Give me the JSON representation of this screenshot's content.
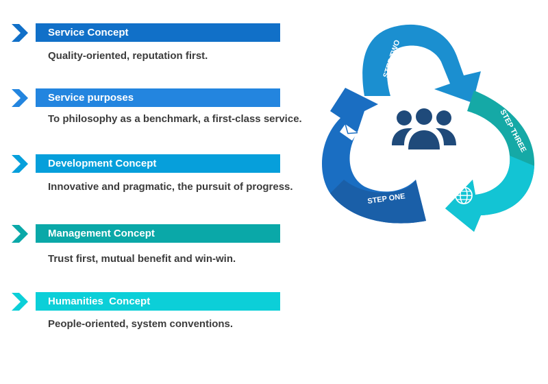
{
  "concepts": [
    {
      "title": "Service Concept",
      "description": "Quality-oriented, reputation first.",
      "color": "#1170c8"
    },
    {
      "title": "Service purposes",
      "description": "To philosophy as a benchmark, a first-class service.",
      "color": "#2385df"
    },
    {
      "title": "Development Concept",
      "description": "Innovative and pragmatic, the pursuit of progress.",
      "color": "#069fdb"
    },
    {
      "title": "Management Concept",
      "description": "Trust first, mutual benefit and win-win.",
      "color": "#0aa8a8"
    },
    {
      "title": "Humanities  Concept",
      "description": "People-oriented, system conventions.",
      "color": "#0ccfd8"
    }
  ],
  "cycle": {
    "steps": [
      {
        "label": "STEP ONE",
        "icon": "envelope-icon",
        "color": "#1a5fa8"
      },
      {
        "label": "STEP TWO",
        "icon": "lightbulb-icon",
        "color": "#1b8fd0"
      },
      {
        "label": "STEP THREE",
        "icon": "globe-icon",
        "color": "#15a9a6"
      }
    ],
    "center_icon": "people-group-icon",
    "center_color": "#1f4a7a"
  }
}
